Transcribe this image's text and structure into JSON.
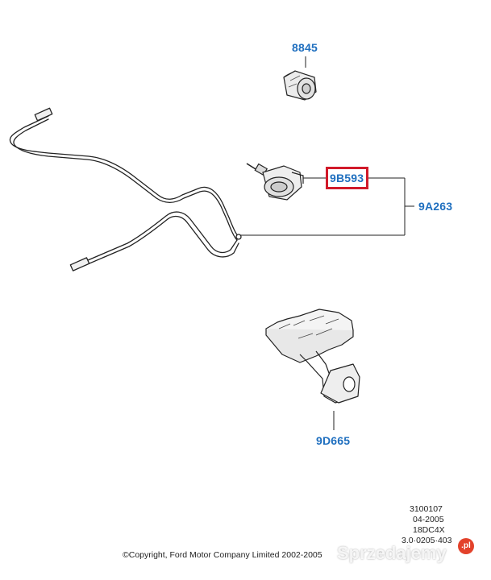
{
  "parts": {
    "p8845": "8845",
    "p9B593": "9B593",
    "p9A263": "9A263",
    "p9D665": "9D665"
  },
  "highlight_color": "#d11a2a",
  "label_color": "#1f6fbf",
  "meta": {
    "line1": "3100107",
    "line2": "04-2005",
    "line3": "18DC4X",
    "line4": "3.0·0205·403"
  },
  "copyright": "©Copyright, Ford Motor Company Limited 2002-2005",
  "watermark": {
    "text": "Sprzedajemy",
    "badge": ".pl"
  }
}
